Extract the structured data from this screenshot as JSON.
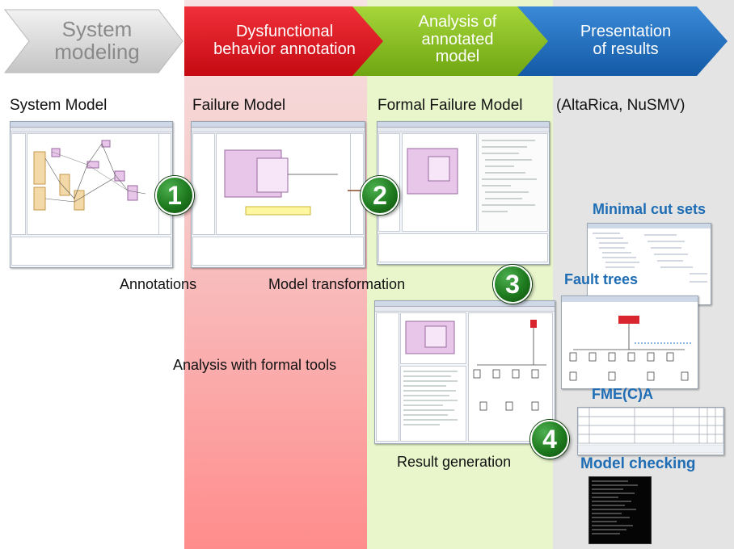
{
  "phases": [
    {
      "line1": "System",
      "line2": "modeling",
      "line3": "",
      "fill": "#d8d8d8",
      "text_color": "#8a8a8a"
    },
    {
      "line1": "Dysfunctional",
      "line2": "behavior annotation",
      "line3": "",
      "fill": "#e0141c",
      "text_color": "#ffffff"
    },
    {
      "line1": "Analysis of",
      "line2": "annotated",
      "line3": "model",
      "fill": "#8bc11a",
      "text_color": "#ffffff"
    },
    {
      "line1": "Presentation",
      "line2": "of results",
      "line3": "",
      "fill": "#1e6fc0",
      "text_color": "#ffffff"
    }
  ],
  "columns": {
    "system_model": "System Model",
    "failure_model": "Failure Model",
    "formal_failure_model": "Formal Failure Model",
    "tools": "(AltaRica, NuSMV)"
  },
  "steps": [
    "1",
    "2",
    "3",
    "4"
  ],
  "step_labels": {
    "annotations": "Annotations",
    "model_transformation": "Model transformation",
    "analysis": "Analysis with formal tools",
    "result_generation": "Result generation"
  },
  "results": {
    "minimal_cut_sets": "Minimal cut sets",
    "fault_trees": "Fault trees",
    "fmeca": "FME(C)A",
    "model_checking": "Model checking"
  },
  "colors": {
    "red_band_top": "#f4d5d5",
    "red_band_bottom": "#ff8f8f",
    "green_band": "#e8f5c9",
    "gray_band": "#e6e6e6",
    "result_blue": "#1f6db4",
    "step_badge": "#1e7a1e"
  }
}
